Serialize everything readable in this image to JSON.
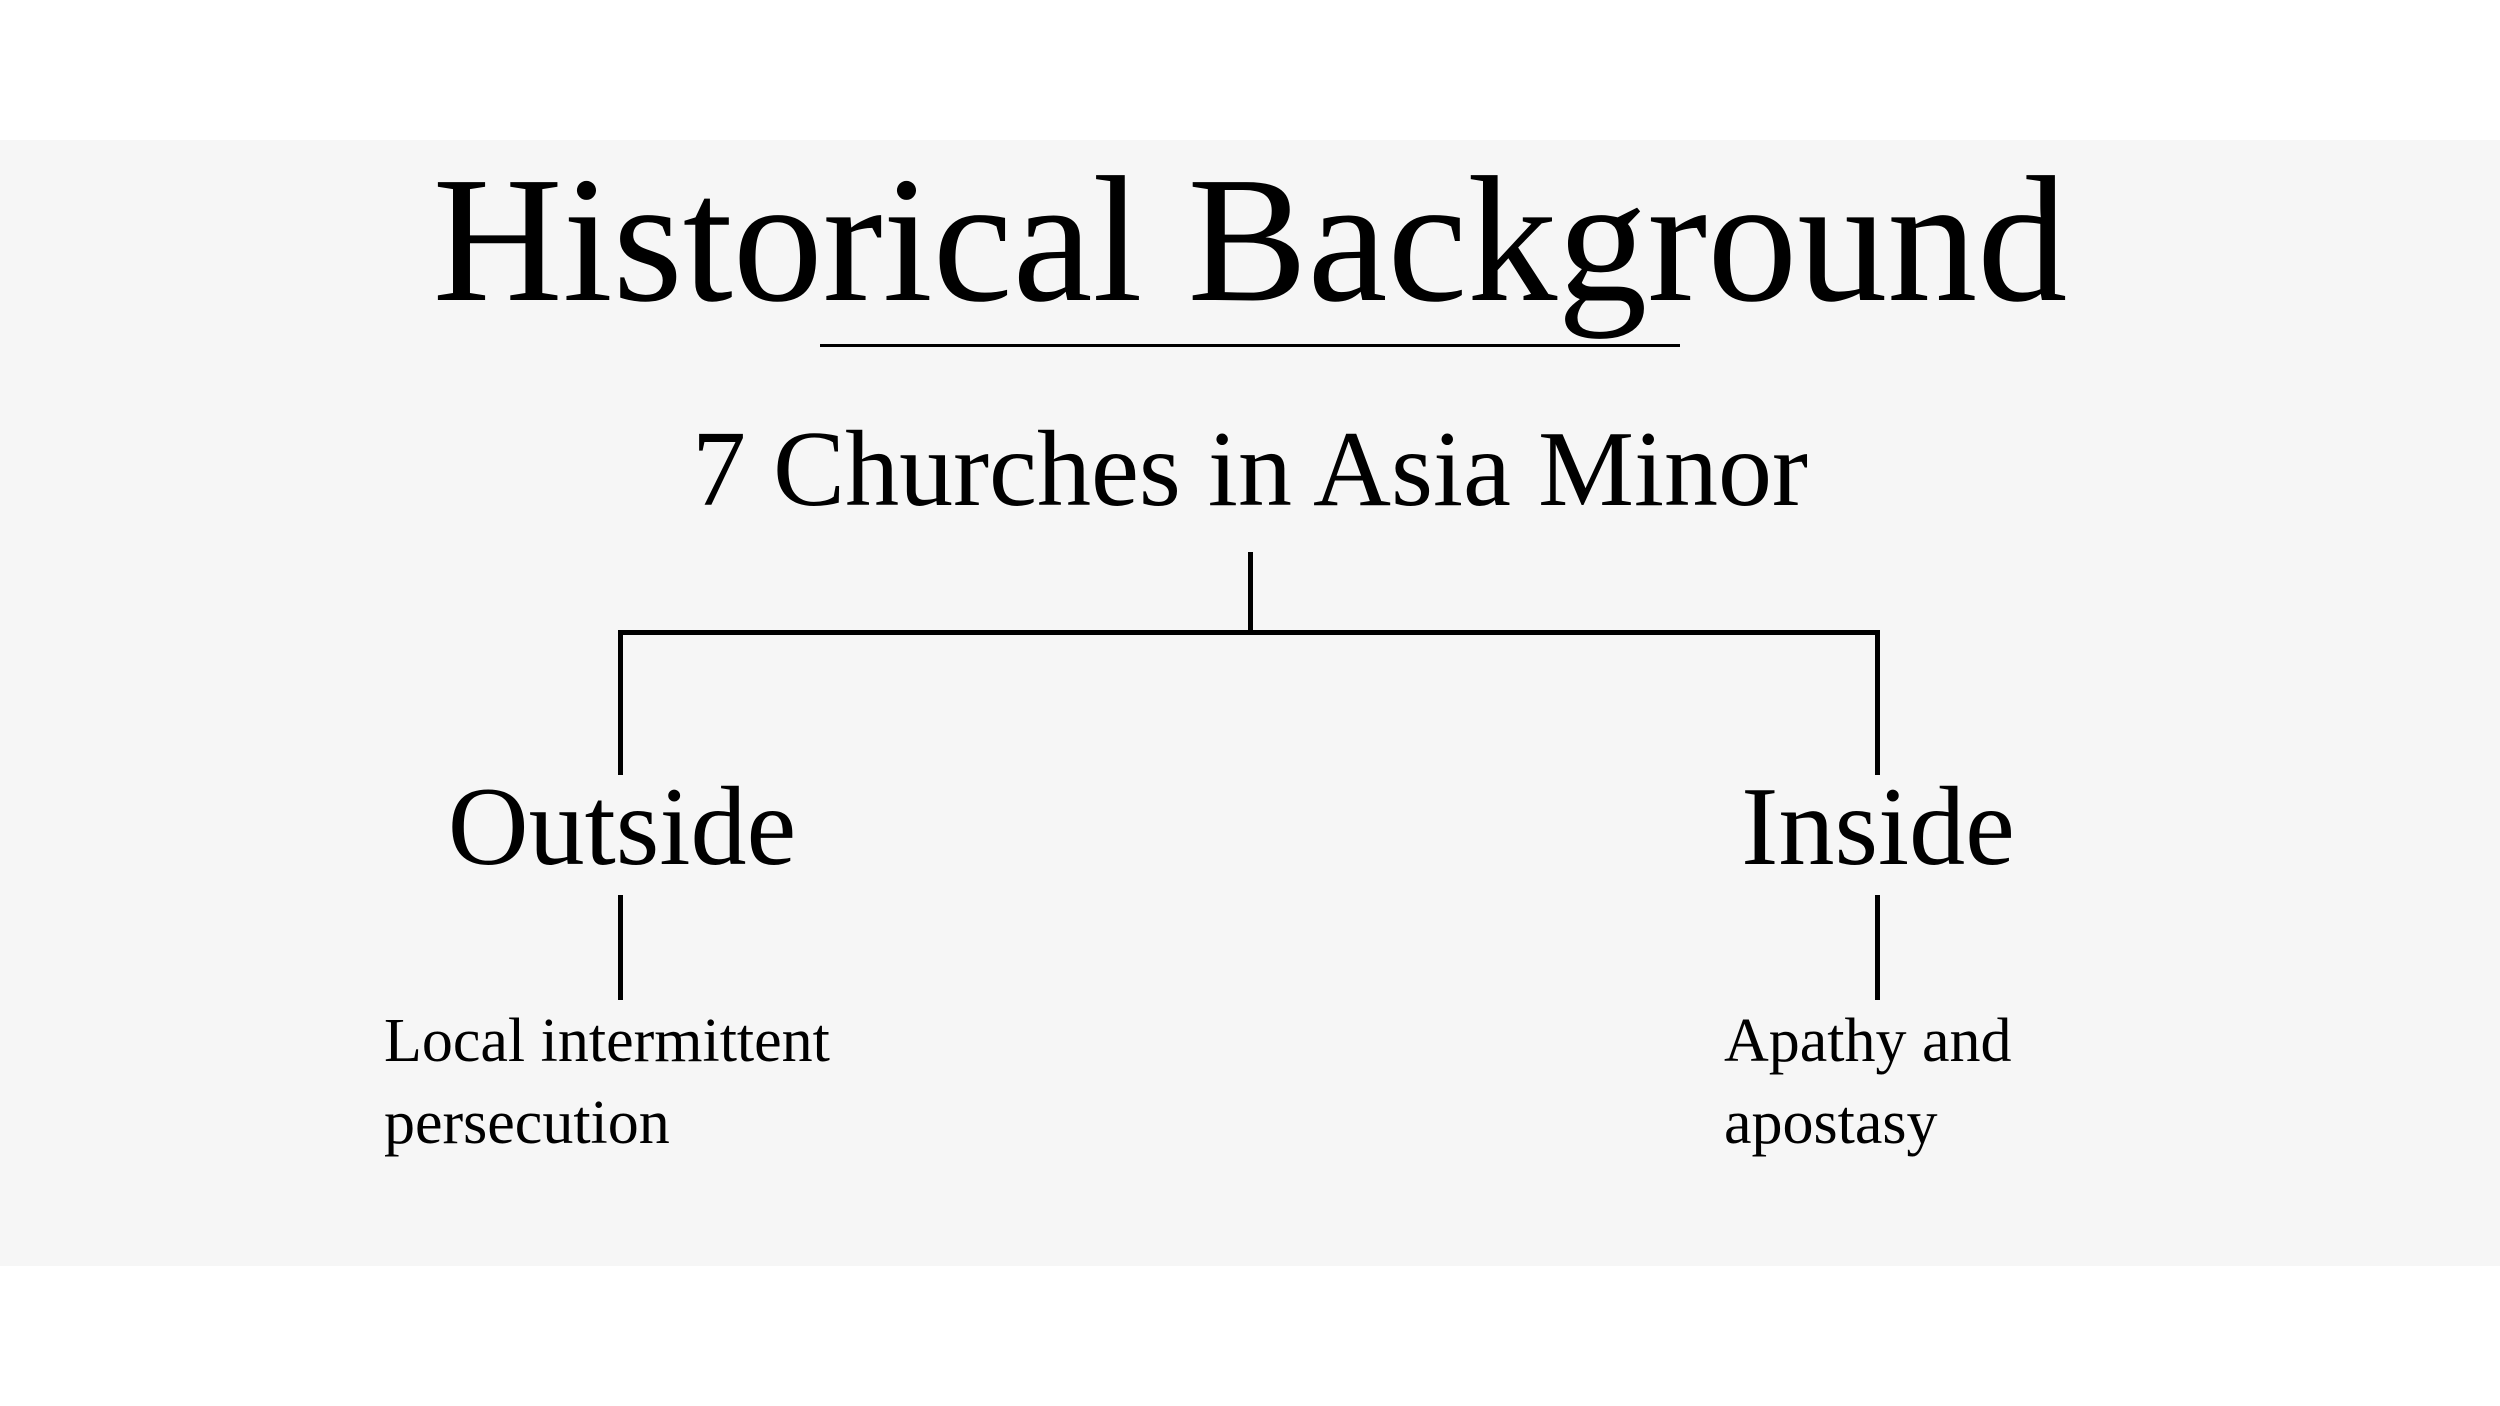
{
  "diagram": {
    "title": "Historical Background",
    "root": "7 Churches in Asia Minor",
    "branches": [
      {
        "label": "Outside",
        "detail": "Local intermittent persecution"
      },
      {
        "label": "Inside",
        "detail": "Apathy and apostasy"
      }
    ]
  },
  "colors": {
    "slide_background": "#f6f6f6",
    "page_background": "#ffffff",
    "text": "#000000"
  }
}
